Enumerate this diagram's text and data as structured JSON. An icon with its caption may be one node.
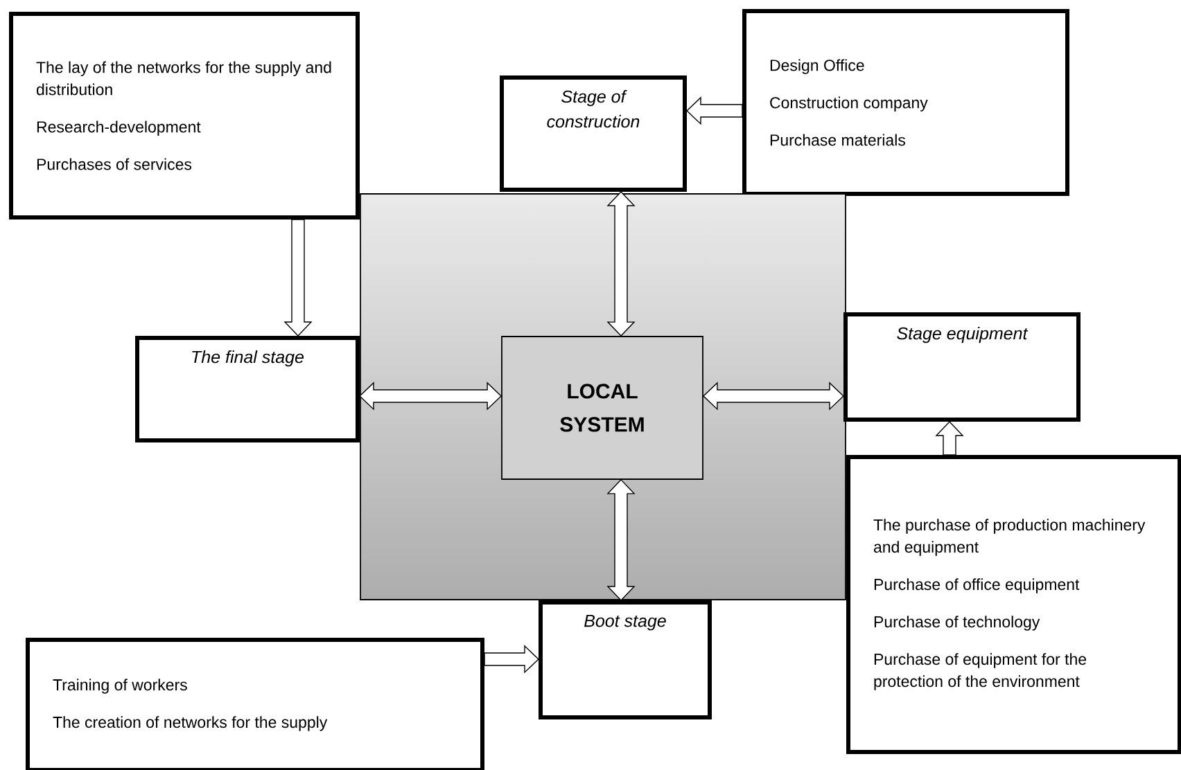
{
  "diagram": {
    "nodes": [
      {
        "text": [
          "The lay of the networks for the supply and distribution",
          "Research-development",
          "Purchases of services"
        ]
      },
      {
        "text": [
          "Stage of construction"
        ]
      },
      {
        "text": [
          "Design Office",
          "Construction company",
          "Purchase materials"
        ]
      },
      {
        "text": [],
        "shape": "box"
      },
      {
        "text": [
          "The final stage"
        ]
      },
      {
        "text": [
          "LOCAL SYSTEM"
        ],
        "in": 3
      },
      {
        "text": [
          "Stage equipment"
        ]
      },
      {
        "text": [
          "The purchase of production machinery and equipment",
          "Purchase of office equipment",
          "Purchase of technology",
          "Purchase of equipment for the protection of the environment"
        ]
      },
      {
        "text": [
          "Boot stage"
        ]
      },
      {
        "text": [
          "Training of workers",
          "The creation of networks for the supply"
        ]
      }
    ],
    "edges": [
      {
        "from": 0,
        "to": 4,
        "arrow": "to"
      },
      {
        "from": 2,
        "to": 1,
        "arrow": "to"
      },
      {
        "from": 1,
        "to": 5,
        "arrow": "both"
      },
      {
        "from": 4,
        "to": 5,
        "arrow": "both"
      },
      {
        "from": 5,
        "to": 6,
        "arrow": "both"
      },
      {
        "from": 5,
        "to": 8,
        "arrow": "both"
      },
      {
        "from": 7,
        "to": 6,
        "arrow": "to"
      },
      {
        "from": 9,
        "to": 8,
        "arrow": "to"
      }
    ]
  }
}
